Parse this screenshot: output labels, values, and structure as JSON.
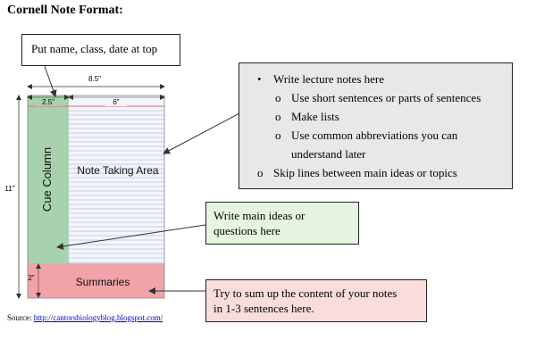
{
  "title": "Cornell Note Format:",
  "callouts": {
    "name_class_date": "Put name, class, date at top",
    "lecture": {
      "heading_bullet": "•",
      "heading": "Write lecture notes here",
      "sub_bullet": "o",
      "sub_items": [
        "Use short sentences or parts of sentences",
        "Make lists",
        "Use common abbreviations you can",
        "understand later"
      ],
      "last_item": "Skip lines  between main ideas or topics"
    },
    "main_ideas": [
      "Write main ideas or",
      "questions here"
    ],
    "summary": [
      "Try to sum up the content of your notes",
      "in 1-3 sentences here."
    ]
  },
  "paper": {
    "width_label": "8.5\"",
    "cue_width_label": "2.5\"",
    "notes_width_label": "6\"",
    "height_label": "11\"",
    "summary_height_label": "2\"",
    "cue_label": "Cue Column",
    "notes_label": "Note Taking Area",
    "summary_label": "Summaries"
  },
  "colors": {
    "cue_fill": "#a8d2ad",
    "notes_fill": "#f4f5fb",
    "rule_line": "#9aa3d6",
    "margin_line": "#e06a6a",
    "summary_fill": "#f0a3a8",
    "lecture_box": "#e8e8e8",
    "main_box": "#e6f5e0",
    "summary_box": "#f9dcdc"
  },
  "source": {
    "prefix": "Source: ",
    "link": "http://cantorsbiologyblog.blogspot.com/"
  }
}
